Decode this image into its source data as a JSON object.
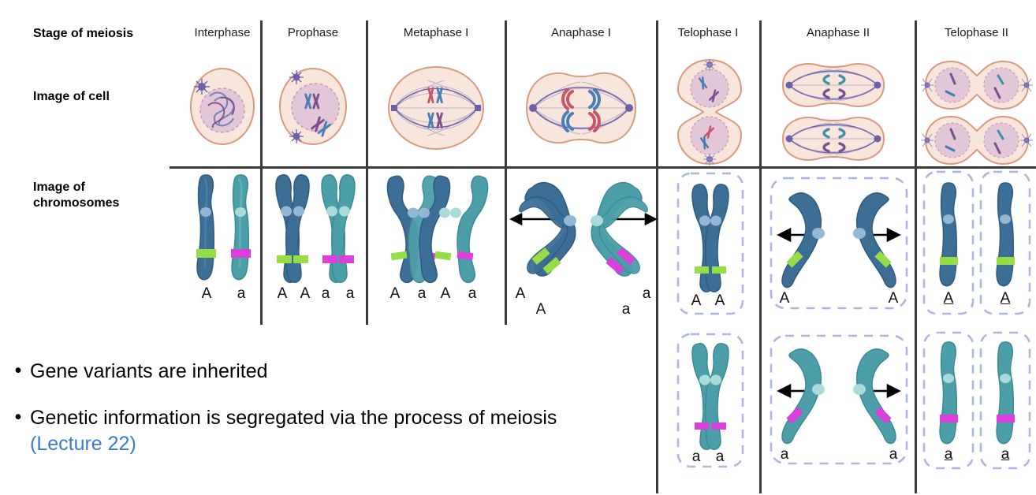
{
  "diagram": {
    "title": "Meiosis stages chart",
    "row_labels": {
      "stage": "Stage of meiosis",
      "cell": "Image of cell",
      "chromosomes": "Image of\nchromosomes",
      "chromosomes_line1": "Image of",
      "chromosomes_line2": "chromosomes"
    },
    "stages": [
      {
        "name": "Interphase",
        "cell_type": "interphase-nucleus",
        "chromosome_labels": [
          "A",
          "a"
        ]
      },
      {
        "name": "Prophase",
        "cell_type": "prophase-nucleus",
        "chromosome_labels": [
          "A",
          "A",
          "a",
          "a"
        ]
      },
      {
        "name": "Metaphase I",
        "cell_type": "metaphase-spindle",
        "chromosome_labels": [
          "A",
          "a",
          "A",
          "a"
        ]
      },
      {
        "name": "Anaphase I",
        "cell_type": "anaphase-spindle",
        "chromosome_labels": [
          "A",
          "A",
          "a",
          "a"
        ]
      },
      {
        "name": "Telophase I",
        "cell_type": "telophase-dumbbell",
        "chromosome_labels": [
          "A",
          "A",
          "a",
          "a"
        ]
      },
      {
        "name": "Anaphase II",
        "cell_type": "anaphase2-two-cells",
        "chromosome_labels": [
          "A",
          "A",
          "a",
          "a"
        ]
      },
      {
        "name": "Telophase II",
        "cell_type": "telophase2-four-nuclei",
        "chromosome_labels": [
          "A",
          "A",
          "a",
          "a"
        ]
      }
    ],
    "colors": {
      "chromosome_blue": "#3d6f96",
      "chromosome_blue_dark": "#2f5b7d",
      "chromosome_teal": "#4c9fa8",
      "chromosome_teal_dark": "#3d8a93",
      "allele_green": "#96dd48",
      "allele_magenta": "#dd3fdd",
      "centromere_blue": "#93b7d4",
      "centromere_teal": "#a9dbdd",
      "cell_membrane": "#d89a80",
      "cytoplasm": "#f8e6dc",
      "nucleus": "#e9cdda",
      "nucleus_border": "#cf9ab4",
      "spindle": "#8d86bb",
      "chromatid_red": "#c4576a",
      "chromatid_blue": "#3f7fb0",
      "chromatid_purple": "#6b3f7d",
      "dashed_cell": "#aab8e0",
      "rule": "#3a3a3a",
      "lecture_link": "#3b79d4"
    }
  },
  "bullets": [
    {
      "text": "Gene variants are inherited",
      "ref": ""
    },
    {
      "text": "Genetic information is segregated via the process of meiosis ",
      "ref": "(Lecture 22)"
    }
  ]
}
